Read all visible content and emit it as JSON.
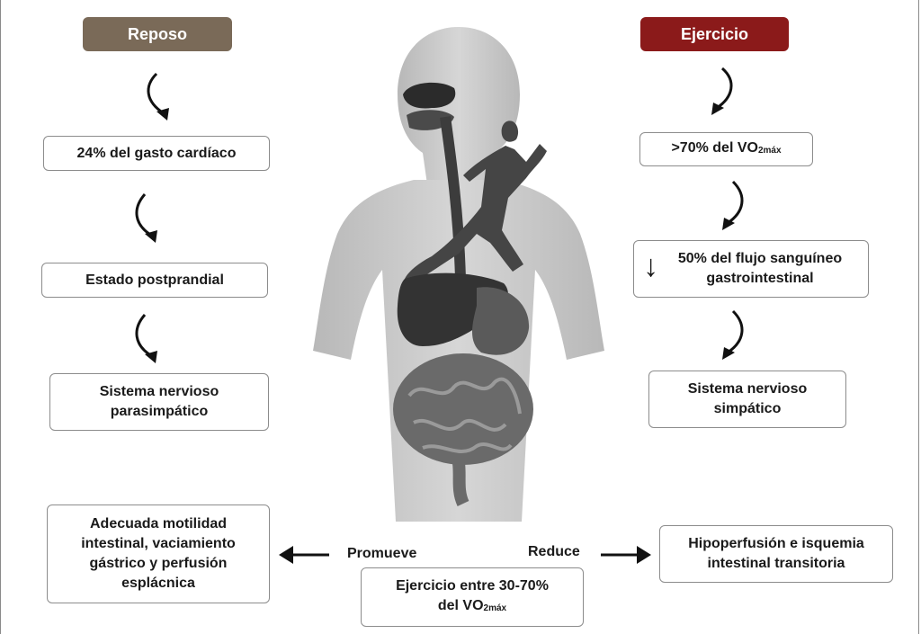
{
  "left_header": "Reposo",
  "right_header": "Ejercicio",
  "colors": {
    "left_header_bg": "#7a6a58",
    "right_header_bg": "#8b1a1a",
    "body_silhouette": "#c9c9c9",
    "organs_dark": "#3a3a3a"
  },
  "left_column": [
    "24% del gasto cardíaco",
    "Estado postprandial",
    "Sistema nervioso parasimpático"
  ],
  "right_column": {
    "vo2_prefix": ">70% del VO",
    "vo2_sub": "2máx",
    "flow_text": "50% del flujo sanguíneo gastrointestinal",
    "flow_symbol": "↓",
    "sympathetic": "Sistema nervioso simpático"
  },
  "bottom": {
    "left_box": "Adecuada motilidad intestinal, vaciamiento gástrico y perfusión esplácnica",
    "right_box": "Hipoperfusión e isquemia intestinal transitoria",
    "promueve": "Promueve",
    "reduce": "Reduce",
    "center_line1": "Ejercicio entre 30-70%",
    "center_line2_prefix": "del VO",
    "center_line2_sub": "2máx"
  }
}
